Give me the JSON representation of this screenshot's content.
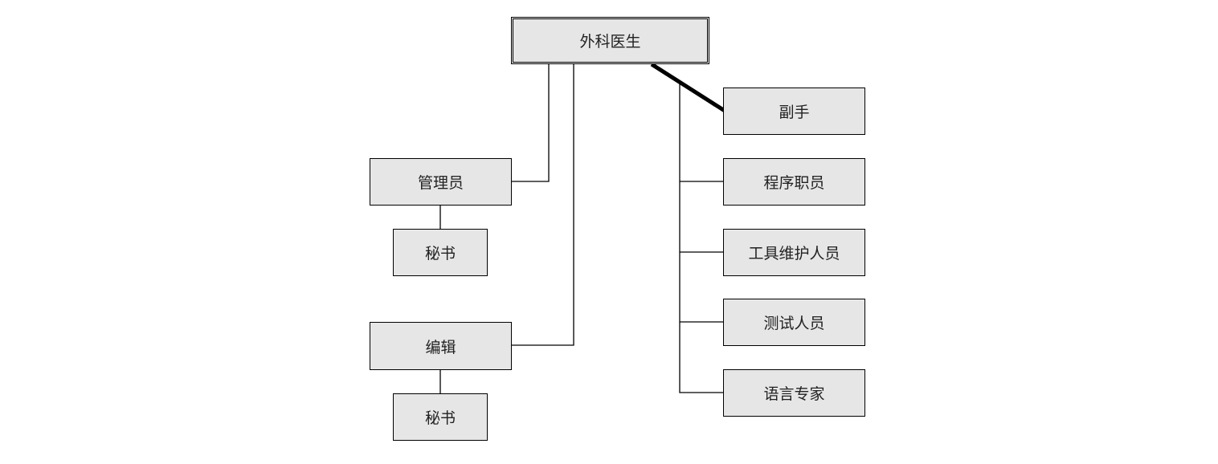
{
  "root": {
    "label": "外科医生"
  },
  "left": {
    "manager": {
      "label": "管理员"
    },
    "manager_secretary": {
      "label": "秘书"
    },
    "editor": {
      "label": "编辑"
    },
    "editor_secretary": {
      "label": "秘书"
    }
  },
  "right": {
    "assistant": {
      "label": "副手"
    },
    "program_clerk": {
      "label": "程序职员"
    },
    "toolsmith": {
      "label": "工具维护人员"
    },
    "tester": {
      "label": "测试人员"
    },
    "language_lawyer": {
      "label": "语言专家"
    }
  }
}
